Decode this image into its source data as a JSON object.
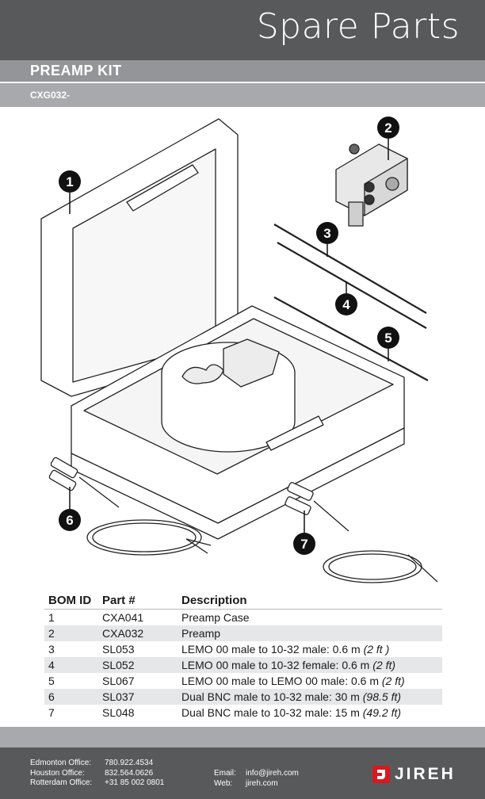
{
  "header": {
    "title": "Spare Parts"
  },
  "kit": {
    "name": "PREAMP KIT",
    "code": "CXG032-"
  },
  "callouts": [
    "1",
    "2",
    "3",
    "4",
    "5",
    "6",
    "7"
  ],
  "bom": {
    "headers": [
      "BOM ID",
      "Part #",
      "Description"
    ],
    "rows": [
      {
        "id": "1",
        "part": "CXA041",
        "desc": "Preamp Case",
        "note": ""
      },
      {
        "id": "2",
        "part": "CXA032",
        "desc": "Preamp",
        "note": ""
      },
      {
        "id": "3",
        "part": "SL053",
        "desc": "LEMO 00 male to 10-32 male: 0.6 m ",
        "note": "(2 ft )"
      },
      {
        "id": "4",
        "part": "SL052",
        "desc": "LEMO 00 male to 10-32 female: 0.6 m ",
        "note": "(2 ft)"
      },
      {
        "id": "5",
        "part": "SL067",
        "desc": "LEMO 00 male to LEMO 00 male: 0.6 m ",
        "note": "(2 ft)"
      },
      {
        "id": "6",
        "part": "SL037",
        "desc": "Dual BNC male to 10-32 male: 30 m ",
        "note": "(98.5 ft)"
      },
      {
        "id": "7",
        "part": "SL048",
        "desc": "Dual BNC male to 10-32 male: 15 m ",
        "note": "(49.2 ft)"
      }
    ]
  },
  "footer": {
    "offices": [
      {
        "label": "Edmonton Office:",
        "phone": "780.922.4534"
      },
      {
        "label": "Houston Office:",
        "phone": "832.564.0626"
      },
      {
        "label": "Rotterdam Office:",
        "phone": "+31 85 002 0801"
      }
    ],
    "contact": [
      {
        "label": "Email:",
        "value": "info@jireh.com"
      },
      {
        "label": "Web:",
        "value": "jireh.com"
      }
    ],
    "brand": "JIREH"
  },
  "colors": {
    "header": "#58595b",
    "band": "#939598",
    "band_light": "#a7a9ac",
    "row_alt": "#e6e7e8"
  }
}
